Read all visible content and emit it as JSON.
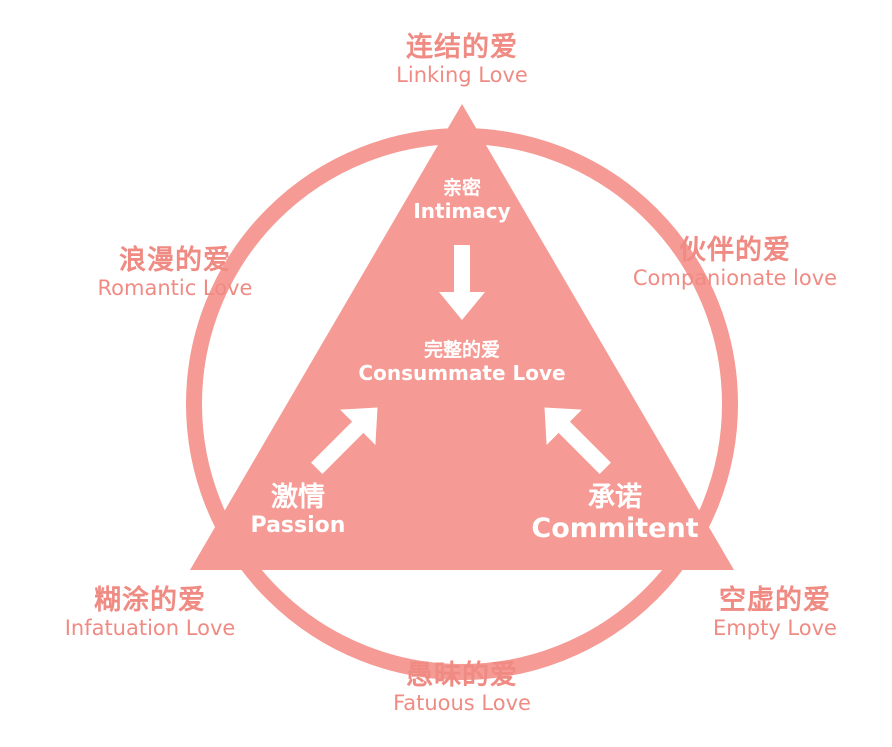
{
  "colors": {
    "accent": "#f59a94",
    "outer_text": "#f08b84",
    "inner_text": "#ffffff"
  },
  "vertices": {
    "top": {
      "zh": "连结的爱",
      "en": "Linking Love"
    },
    "bottom_left": {
      "zh": "糊涂的爱",
      "en": "Infatuation Love"
    },
    "bottom_right": {
      "zh": "空虚的爱",
      "en": "Empty Love"
    }
  },
  "edges": {
    "left": {
      "zh": "浪漫的爱",
      "en": "Romantic Love"
    },
    "right": {
      "zh": "伙伴的爱",
      "en": "Companionate love"
    },
    "bottom": {
      "zh": "愚昧的爱",
      "en": "Fatuous Love"
    }
  },
  "components": {
    "intimacy": {
      "zh": "亲密",
      "en": "Intimacy"
    },
    "passion": {
      "zh": "激情",
      "en": "Passion"
    },
    "commitment": {
      "zh": "承诺",
      "en": "Commitent"
    }
  },
  "center": {
    "zh": "完整的爱",
    "en": "Consummate Love"
  }
}
